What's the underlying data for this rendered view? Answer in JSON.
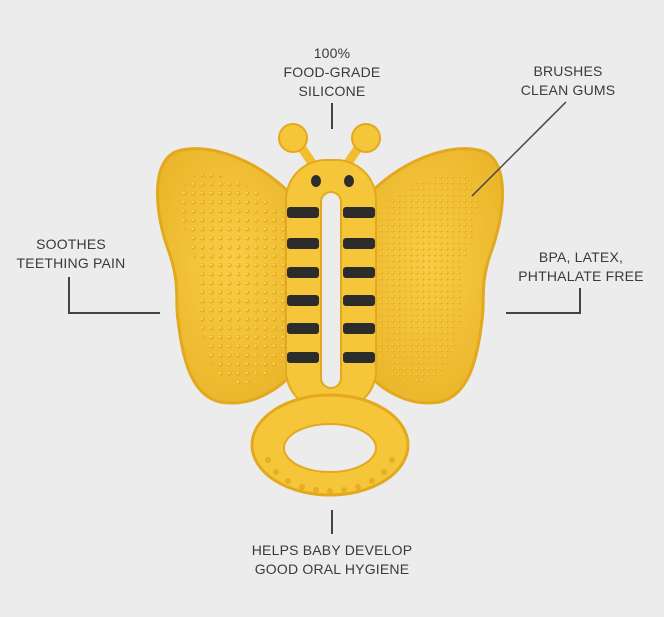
{
  "product": {
    "icon": "butterfly-teether",
    "colors": {
      "body": "#f6c63a",
      "shade": "#e3ad22",
      "highlight": "#ffd85c",
      "stripe": "#2c2c2c",
      "background": "#ececec",
      "text": "#3a3a3a"
    }
  },
  "callouts": {
    "top": {
      "lines": [
        "100%",
        "FOOD-GRADE",
        "SILICONE"
      ]
    },
    "top_right": {
      "lines": [
        "BRUSHES",
        "CLEAN GUMS"
      ]
    },
    "left": {
      "lines": [
        "SOOTHES",
        "TEETHING PAIN"
      ]
    },
    "right": {
      "lines": [
        "BPA, LATEX,",
        "PHTHALATE FREE"
      ]
    },
    "bottom": {
      "lines": [
        "HELPS BABY DEVELOP",
        "GOOD ORAL HYGIENE"
      ]
    }
  }
}
